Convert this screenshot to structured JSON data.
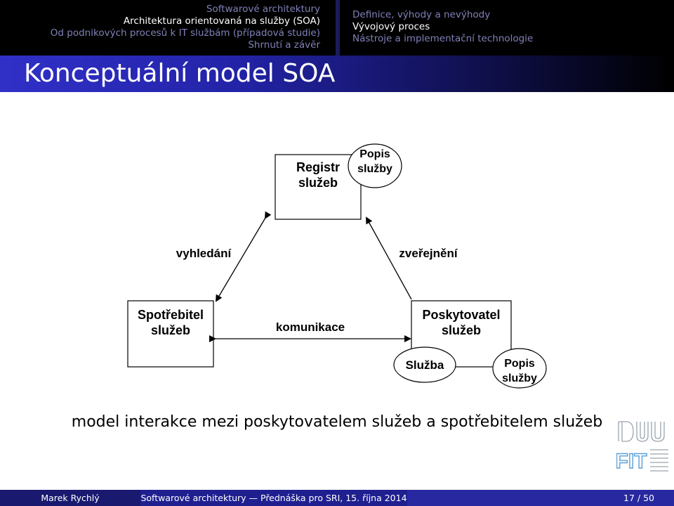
{
  "nav": {
    "sections": [
      "Softwarové architektury",
      "Architektura orientovaná na služby (SOA)",
      "Od podnikových procesů k IT službám (případová studie)",
      "Shrnutí a závěr"
    ],
    "active_section": 1,
    "subsections": [
      "Definice, výhody a nevýhody",
      "Vývojový proces",
      "Nástroje a implementační technologie"
    ],
    "active_subsection": 1
  },
  "frame": {
    "title": "Konceptuální model SOA"
  },
  "diagram": {
    "registry": {
      "line1": "Registr",
      "line2": "služeb"
    },
    "registry_description": {
      "line1": "Popis",
      "line2": "služby"
    },
    "consumer": {
      "line1": "Spotřebitel",
      "line2": "služeb"
    },
    "provider": {
      "line1": "Poskytovatel",
      "line2": "služeb"
    },
    "service": {
      "label": "Služba"
    },
    "service_description": {
      "line1": "Popis",
      "line2": "služby"
    },
    "edge_find": "vyhledání",
    "edge_publish": "zveřejnění",
    "edge_communicate": "komunikace"
  },
  "caption": "model interakce mezi poskytovatelem služeb a spotřebitelem služeb",
  "logo": {
    "text": "FIT"
  },
  "footer": {
    "author": "Marek Rychlý",
    "talk": "Softwarové architektury — Přednáška pro SRI, 15. října 2014",
    "page": "17 / 50"
  },
  "colors": {
    "nav_background": "#000000",
    "nav_inactive_text": "#8080b8",
    "nav_active_text": "#ffffff",
    "title_gradient_start": "#3030c8",
    "footer_author_bg": "#191970",
    "footer_talk_bg": "#1f1f90"
  }
}
